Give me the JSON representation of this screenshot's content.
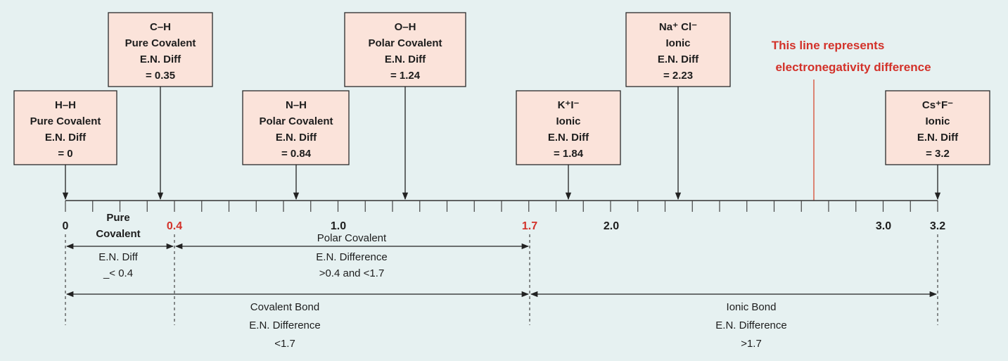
{
  "boxes": [
    {
      "id": "hh",
      "lines": [
        "H–H",
        "Pure Covalent",
        "E.N. Diff",
        "= 0"
      ]
    },
    {
      "id": "ch",
      "lines": [
        "C–H",
        "Pure Covalent",
        "E.N. Diff",
        "= 0.35"
      ]
    },
    {
      "id": "nh",
      "lines": [
        "N–H",
        "Polar Covalent",
        "E.N. Diff",
        "= 0.84"
      ]
    },
    {
      "id": "oh",
      "lines": [
        "O–H",
        "Polar Covalent",
        "E.N. Diff",
        "= 1.24"
      ]
    },
    {
      "id": "ki",
      "lines": [
        "K⁺I⁻",
        "Ionic",
        "E.N. Diff",
        "= 1.84"
      ]
    },
    {
      "id": "nacl",
      "lines": [
        "Na⁺ Cl⁻",
        "Ionic",
        "E.N. Diff",
        "= 2.23"
      ]
    },
    {
      "id": "csf",
      "lines": [
        "Cs⁺F⁻",
        "Ionic",
        "E.N. Diff",
        "= 3.2"
      ]
    }
  ],
  "annotation": {
    "line1": "This line represents",
    "line2": "electronegativity difference",
    "color": "#d3322a"
  },
  "axis_labels": [
    {
      "id": "0",
      "text": "0"
    },
    {
      "id": "0-4",
      "text": "0.4",
      "color": "red"
    },
    {
      "id": "1-0",
      "text": "1.0"
    },
    {
      "id": "1-7",
      "text": "1.7",
      "color": "red"
    },
    {
      "id": "2-0",
      "text": "2.0"
    },
    {
      "id": "3-0",
      "text": "3.0"
    },
    {
      "id": "3-2",
      "text": "3.2"
    }
  ],
  "regions": {
    "pure_covalent": {
      "title1": "Pure",
      "title2": "Covalent",
      "line1": "E.N. Diff",
      "line2": "_< 0.4"
    },
    "polar_covalent": {
      "title": "Polar Covalent",
      "line1": "E.N. Difference",
      "line2": ">0.4 and <1.7"
    },
    "covalent_bond": {
      "title": "Covalent Bond",
      "line1": "E.N. Difference",
      "line2": "<1.7"
    },
    "ionic_bond": {
      "title": "Ionic Bond",
      "line1": "E.N. Difference",
      "line2": ">1.7"
    }
  },
  "colors": {
    "background": "#e6f1f1",
    "box_fill": "#fbe3da",
    "accent_red": "#d3322a"
  }
}
